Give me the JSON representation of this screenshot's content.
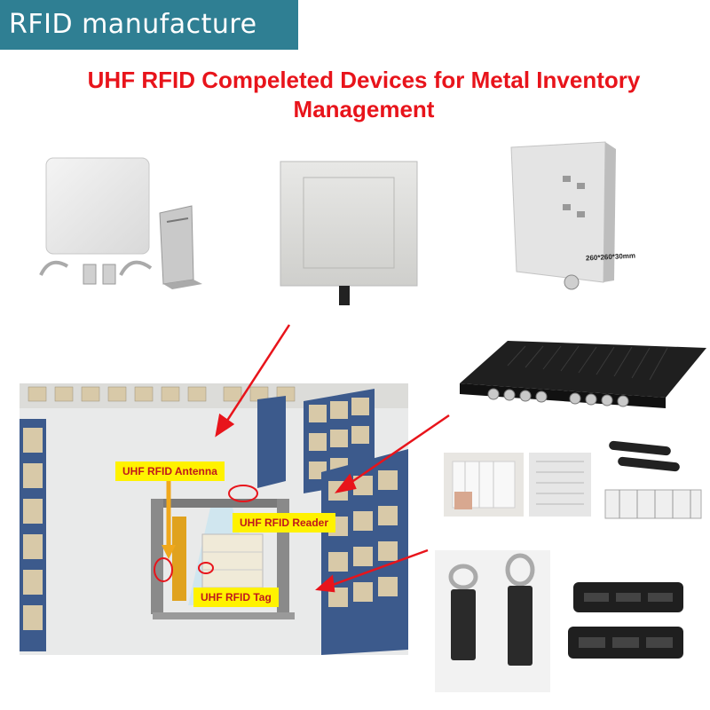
{
  "banner": {
    "text": "RFID manufacture"
  },
  "title": {
    "line1": "UHF RFID Compeleted Devices for Metal Inventory",
    "line2": "Management"
  },
  "callouts": {
    "antenna": "UHF RFID Antenna",
    "reader": "UHF RFID Reader",
    "tag": "UHF RFID Tag"
  },
  "antenna_spec": "260*260*30mm",
  "colors": {
    "banner": "#2f7f93",
    "title": "#e8141b",
    "callout_bg": "#fff200",
    "callout_text": "#c0181c",
    "arrow": "#e8141b"
  }
}
